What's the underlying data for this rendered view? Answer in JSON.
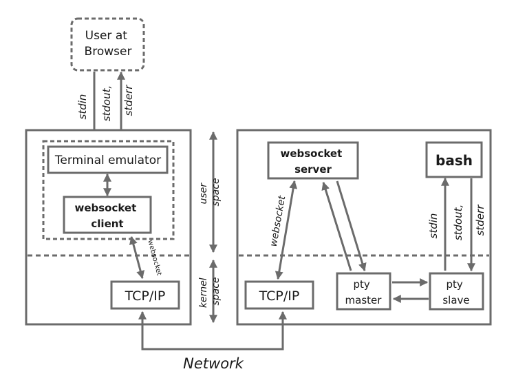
{
  "nodes": {
    "user": [
      "User at",
      "Browser"
    ],
    "terminal_emulator": "Terminal emulator",
    "websocket_client": [
      "websocket",
      "client"
    ],
    "tcpip_left": "TCP/IP",
    "websocket_server": [
      "websocket",
      "server"
    ],
    "bash": "bash",
    "tcpip_right": "TCP/IP",
    "pty_master": [
      "pty",
      "master"
    ],
    "pty_slave": [
      "pty",
      "slave"
    ]
  },
  "labels": {
    "stdin_left": "stdin",
    "stdout_left": "stdout,",
    "stderr_left": "stderr",
    "websocket_left": "websocket",
    "user_space": [
      "user",
      "space"
    ],
    "kernel_space": [
      "kernel",
      "space"
    ],
    "websocket_right": "websocket",
    "stdin_right": "stdin",
    "stdout_right": "stdout,",
    "stderr_right": "stderr",
    "network": "Network"
  },
  "colors": {
    "stroke": "#6b6b6b",
    "text": "#1a1a1a",
    "background": "#ffffff"
  }
}
